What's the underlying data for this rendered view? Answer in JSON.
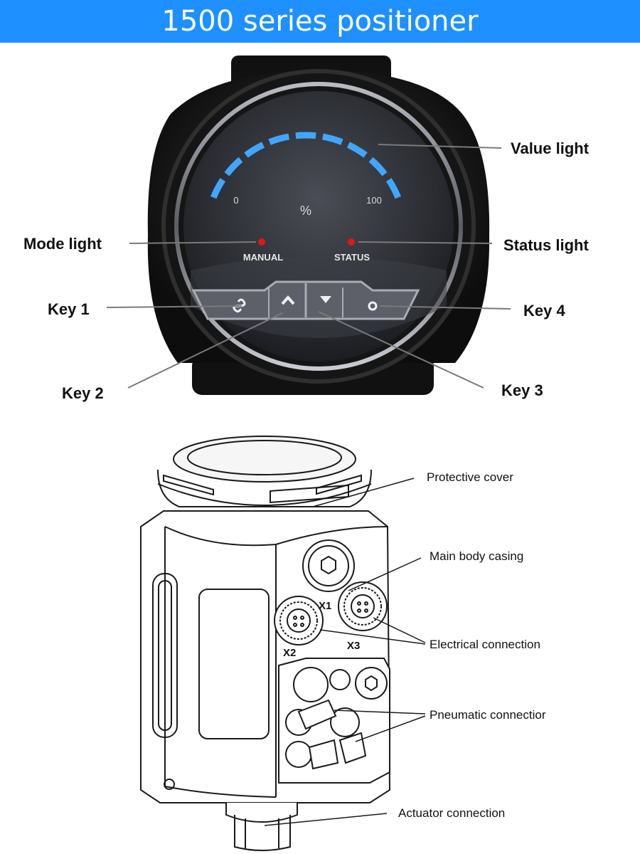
{
  "header": {
    "title": "1500 series positioner"
  },
  "dial": {
    "scale_min": "0",
    "scale_max": "100",
    "unit": "%",
    "mode_indicator": "MANUAL",
    "status_indicator": "STATUS",
    "value_light_color": "#3fa7ff",
    "indicator_light_color": "#e01818"
  },
  "top_labels": {
    "value_light": "Value light",
    "mode_light": "Mode light",
    "status_light": "Status light",
    "key1": "Key 1",
    "key2": "Key 2",
    "key3": "Key 3",
    "key4": "Key 4"
  },
  "ports": {
    "x1": "X1",
    "x2": "X2",
    "x3": "X3"
  },
  "bottom_labels": {
    "protective_cover": "Protective cover",
    "main_body_casing": "Main body casing",
    "electrical_connection": "Electrical connection",
    "pneumatic_connection": "Pneumatic connectior",
    "actuator_connection": "Actuator connection"
  }
}
